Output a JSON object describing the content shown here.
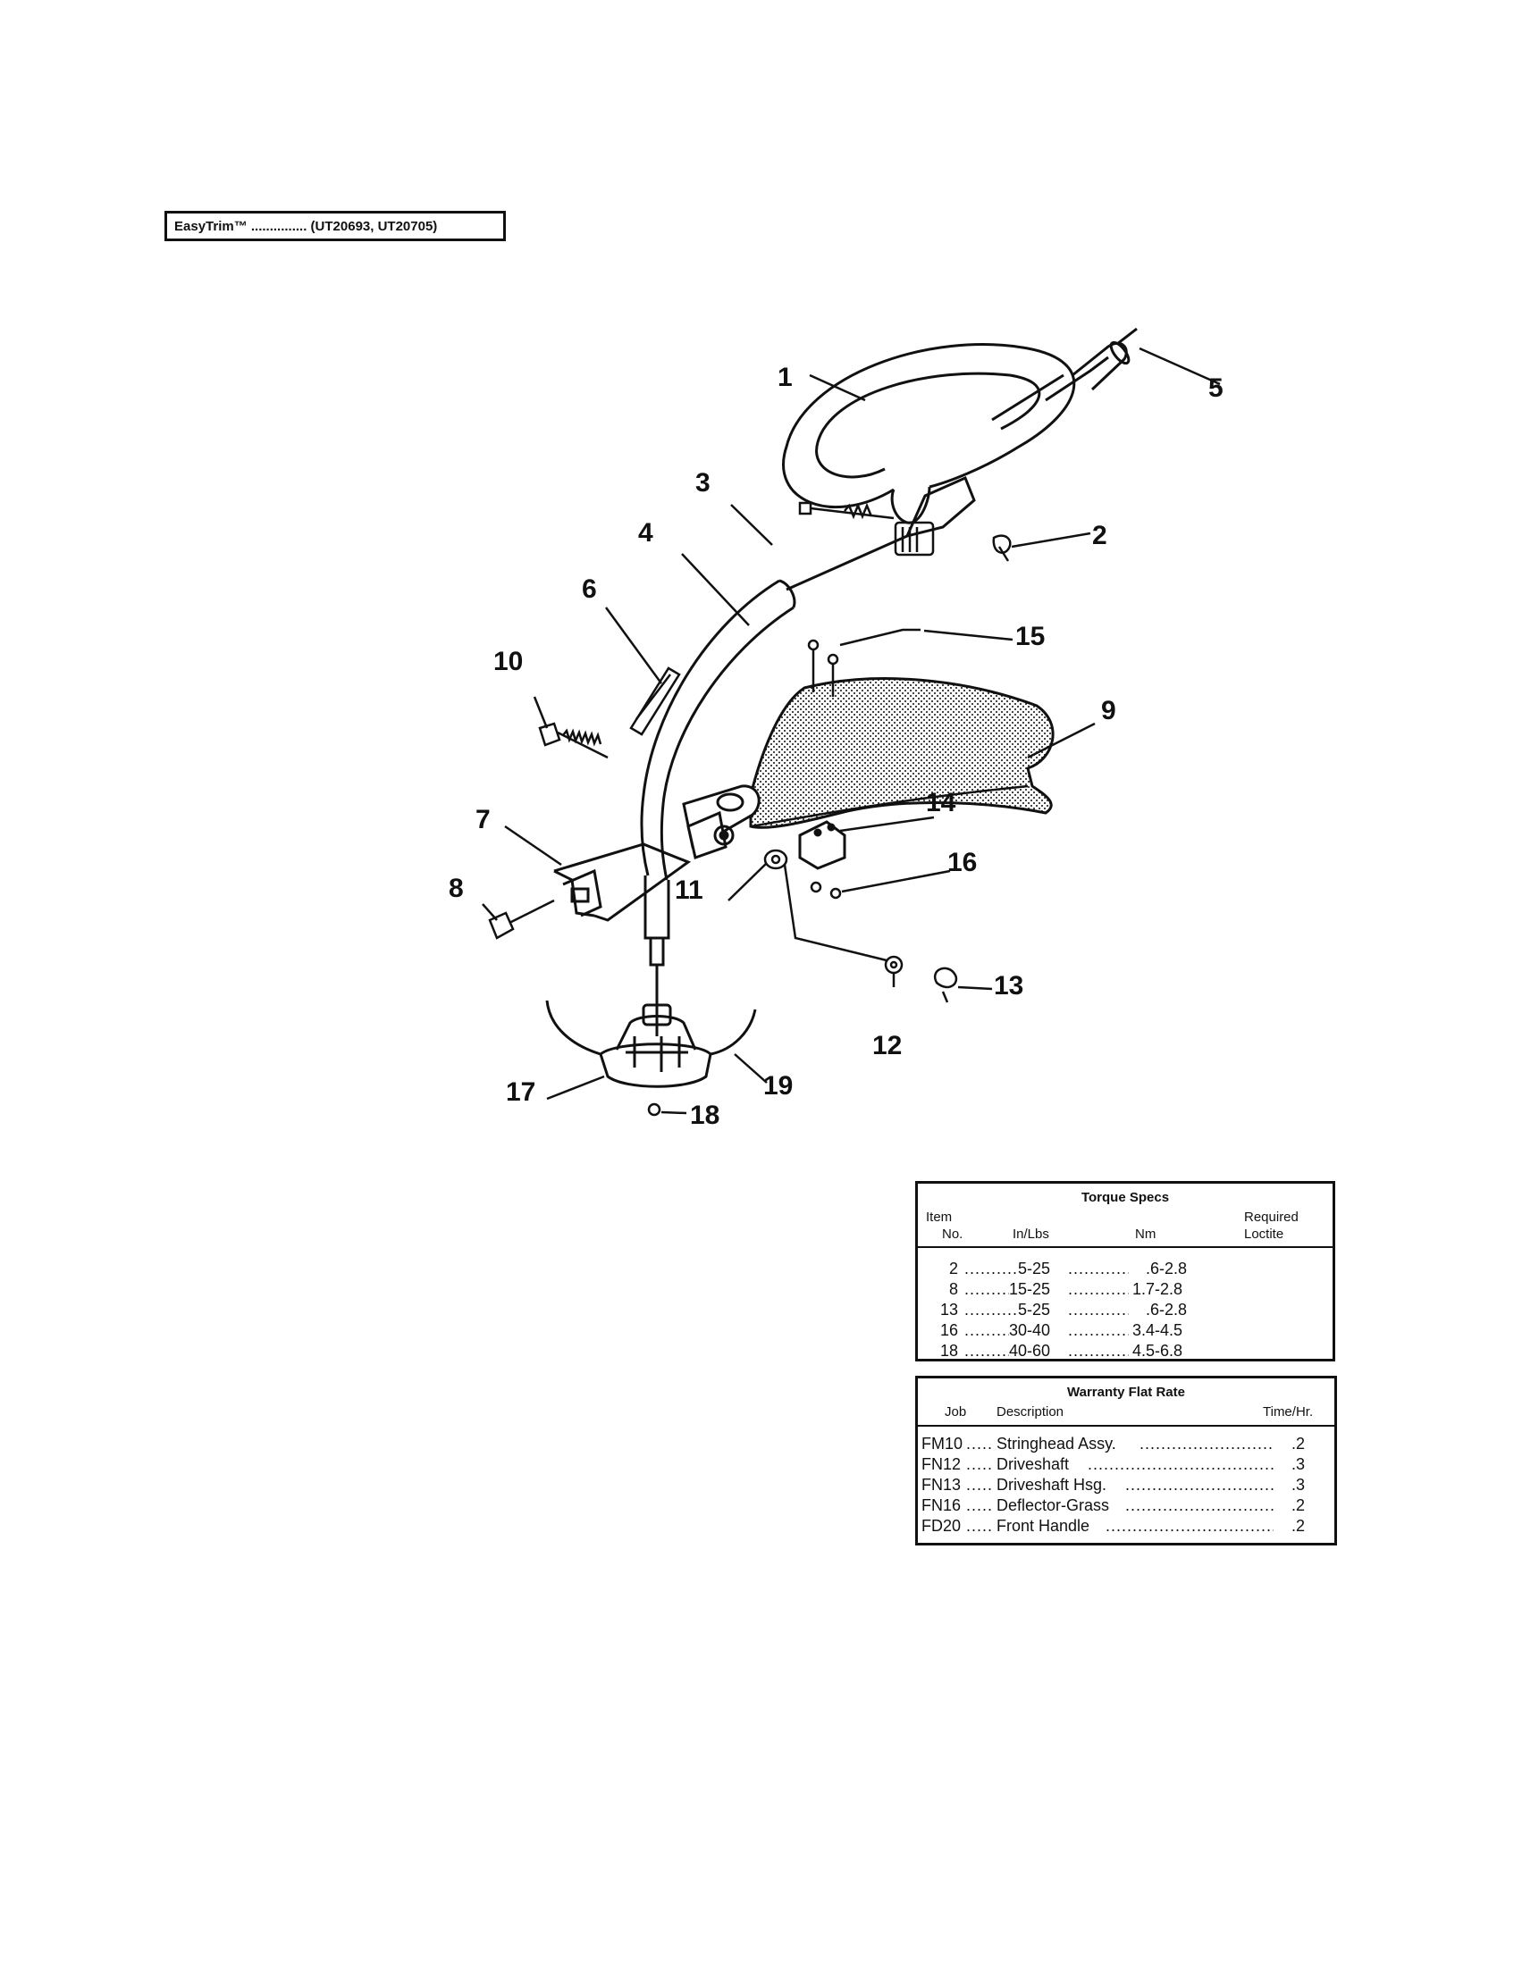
{
  "header": {
    "text": "EasyTrim™ ............... (UT20693, UT20705)"
  },
  "callouts": [
    "1",
    "2",
    "3",
    "4",
    "5",
    "6",
    "7",
    "8",
    "9",
    "10",
    "11",
    "12",
    "13",
    "14",
    "15",
    "16",
    "17",
    "18",
    "19"
  ],
  "torque_specs": {
    "title": "Torque Specs",
    "col_item": "Item No.",
    "col_item_l1": "Item",
    "col_item_l2": "No.",
    "col_inlbs": "In/Lbs",
    "col_nm": "Nm",
    "col_loctite_l1": "Required",
    "col_loctite_l2": "Loctite",
    "rows": [
      {
        "item": "2",
        "inlbs": "5-25",
        "nm": ".6-2.8"
      },
      {
        "item": "8",
        "inlbs": "15-25",
        "nm": "1.7-2.8"
      },
      {
        "item": "13",
        "inlbs": "5-25",
        "nm": ".6-2.8"
      },
      {
        "item": "16",
        "inlbs": "30-40",
        "nm": "3.4-4.5"
      },
      {
        "item": "18",
        "inlbs": "40-60",
        "nm": "4.5-6.8"
      }
    ]
  },
  "warranty": {
    "title": "Warranty Flat Rate",
    "col_job": "Job",
    "col_desc": "Description",
    "col_time": "Time/Hr.",
    "rows": [
      {
        "job": "FM10",
        "desc": "Stringhead Assy.",
        "time": ".2"
      },
      {
        "job": "FN12",
        "desc": "Driveshaft",
        "time": ".3"
      },
      {
        "job": "FN13",
        "desc": "Driveshaft Hsg.",
        "time": ".3"
      },
      {
        "job": "FN16",
        "desc": "Deflector-Grass",
        "time": ".2"
      },
      {
        "job": "FD20",
        "desc": "Front Handle",
        "time": ".2"
      }
    ]
  }
}
